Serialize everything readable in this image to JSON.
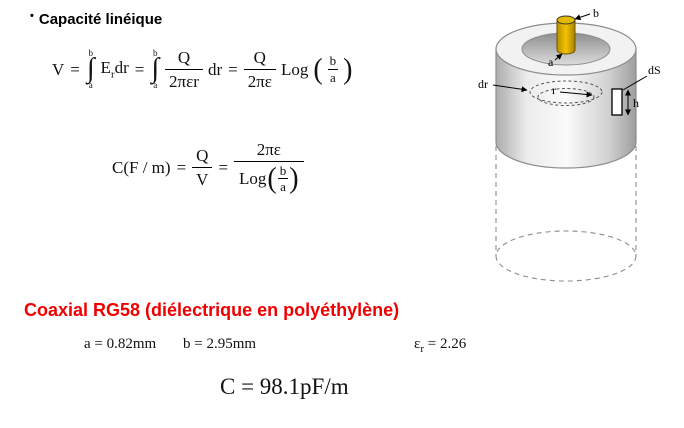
{
  "title": {
    "bullet": "•",
    "text": "Capacité linéique"
  },
  "eq1": {
    "v": "V",
    "eq": "=",
    "int": {
      "sign": "∫",
      "up": "b",
      "dn": "a"
    },
    "field": {
      "base": "E",
      "sub": "r",
      "d": "dr"
    },
    "eq2": "=",
    "frac_qr": {
      "num": "Q",
      "den": "2πεr"
    },
    "dr": "dr",
    "eq3": "=",
    "frac_q": {
      "num": "Q",
      "den": "2πε"
    },
    "log": "Log",
    "open": "(",
    "ba": {
      "num": "b",
      "den": "a"
    },
    "close": ")"
  },
  "eq2": {
    "lhs": "C(F / m)",
    "eq": "=",
    "qv": {
      "num": "Q",
      "den": "V"
    },
    "eq2": "=",
    "num": "2πε",
    "log": "Log",
    "open": "(",
    "ba": {
      "num": "b",
      "den": "a"
    },
    "close": ")"
  },
  "coax": {
    "heading": "Coaxial RG58 (diélectrique en polyéthylène)"
  },
  "values": {
    "a": "a = 0.82mm",
    "b": "b = 2.95mm",
    "eps": {
      "base": "ε",
      "sub": "r",
      "rest": " = 2.26"
    }
  },
  "result": "C = 98.1pF/m",
  "diagram": {
    "labels": {
      "b": "b",
      "a": "a",
      "dr": "dr",
      "r": "r",
      "ds": "dS",
      "h": "h"
    }
  },
  "colors": {
    "heading_red": "#f00000",
    "conductor_gold": "#e8b800",
    "shell_gray": "#d2d2d2"
  }
}
